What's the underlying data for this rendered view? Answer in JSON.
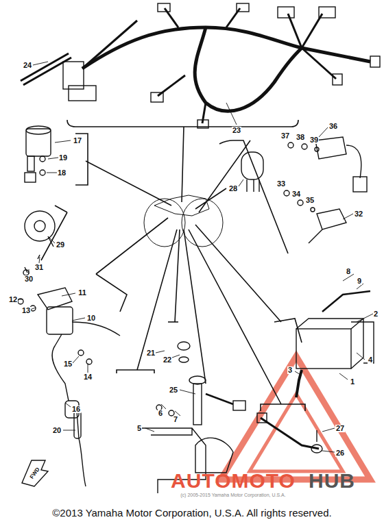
{
  "diagram": {
    "caption": "©2013 Yamaha Motor Corporation, U.S.A. All rights reserved.",
    "labels": [
      "24",
      "23",
      "17",
      "19",
      "18",
      "29",
      "30",
      "31",
      "12",
      "13",
      "11",
      "10",
      "15",
      "14",
      "16",
      "21",
      "22",
      "20",
      "6",
      "7",
      "5",
      "25",
      "28",
      "37",
      "38",
      "39",
      "36",
      "33",
      "34",
      "35",
      "32",
      "8",
      "9",
      "2",
      "4",
      "1",
      "3",
      "27",
      "26",
      "FWD",
      "AUTOMOTO",
      "HUB",
      "(c) 2005-2015 Yamaha Motor Corporation, U.S.A."
    ]
  }
}
